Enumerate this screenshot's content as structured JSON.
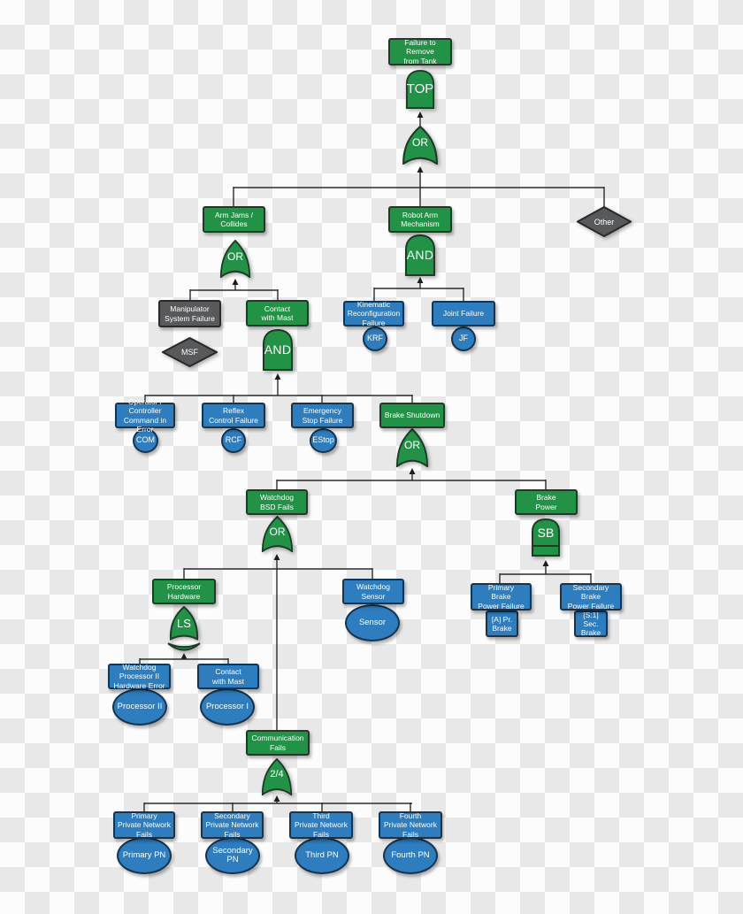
{
  "colors": {
    "green": "#229247",
    "blue": "#2e7dbe",
    "gray": "#58595b",
    "line": "#2b2b2b"
  },
  "gates": {
    "top": "TOP",
    "or_root": "OR",
    "or_arm": "OR",
    "and_robot": "AND",
    "and_contact": "AND",
    "or_brake": "OR",
    "or_watchdog": "OR",
    "sb": "SB",
    "ls": "LS",
    "vote": "2/4"
  },
  "nodes": {
    "top_event": {
      "label": "Failure to\nRemove\nfrom Tank"
    },
    "arm_jams": {
      "label": "Arm Jams /\nCollides"
    },
    "robot_arm": {
      "label": "Robot Arm\nMechanism"
    },
    "other": {
      "label": "Other"
    },
    "manipulator": {
      "label": "Manipulator\nSystem Failure"
    },
    "msf": {
      "label": "MSF"
    },
    "contact_mast": {
      "label": "Contact\nwith Mast"
    },
    "kinematic": {
      "label": "Kinematic\nReconfiguration\nFailure",
      "ref": "KRF"
    },
    "joint": {
      "label": "Joint Failure",
      "ref": "JF"
    },
    "operator": {
      "label": "Operator /\nController\nCommand in Error",
      "ref": "COM"
    },
    "reflex": {
      "label": "Reflex\nControl Failure",
      "ref": "RCF"
    },
    "emergency": {
      "label": "Emergency\nStop Failure",
      "ref": "EStop"
    },
    "brake_shutdown": {
      "label": "Brake Shutdown"
    },
    "watchdog_bsd": {
      "label": "Watchdog\nBSD Fails"
    },
    "brake_power": {
      "label": "Brake\nPower"
    },
    "processor_hw": {
      "label": "Processor\nHardware"
    },
    "watchdog_sensor": {
      "label": "Watchdog\nSensor",
      "ref": "Sensor"
    },
    "wd_processor2": {
      "label": "Watchdog\nProcessor II\nHardware Error",
      "ref": "Processor II"
    },
    "contact_mast2": {
      "label": "Contact\nwith Mast",
      "ref": "Processor I"
    },
    "comm_fails": {
      "label": "Communication\nFails"
    },
    "primary_pn": {
      "label": "Primary\nPrivate Network\nFails",
      "ref": "Primary PN"
    },
    "secondary_pn": {
      "label": "Secondary\nPrivate Network\nFails",
      "ref": "Secondary\nPN"
    },
    "third_pn": {
      "label": "Third\nPrivate Network\nFails",
      "ref": "Third PN"
    },
    "fourth_pn": {
      "label": "Fourth\nPrivate Network\nFails",
      "ref": "Fourth PN"
    },
    "primary_brake": {
      "label": "Primary\nBrake\nPower Failure",
      "ref": "[A] Pr.\nBrake"
    },
    "secondary_brake": {
      "label": "Secondary\nBrake\nPower Failure",
      "ref": "[S:1] Sec.\nBrake"
    }
  }
}
